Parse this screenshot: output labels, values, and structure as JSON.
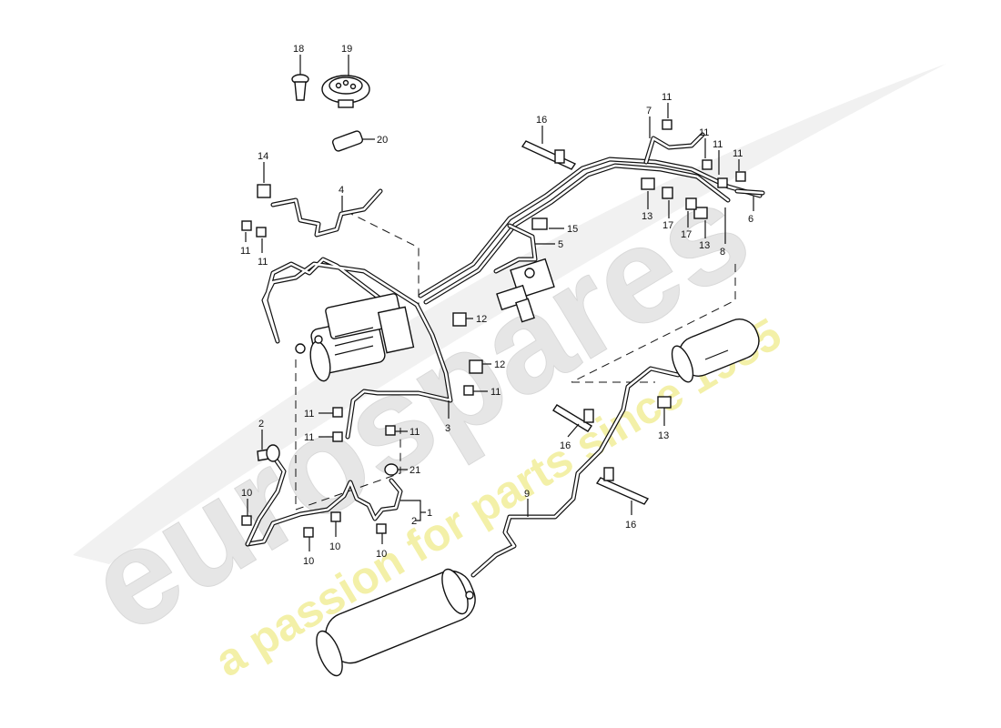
{
  "watermark": {
    "brand": "eurospares",
    "tagline": "a passion for parts since 1985",
    "brand_color": "#e6e6e6",
    "tagline_color": "#f3f0a8"
  },
  "callouts": {
    "n1": "1",
    "n2": "2",
    "n3": "3",
    "n4": "4",
    "n5": "5",
    "n6": "6",
    "n7": "7",
    "n8": "8",
    "n9": "9",
    "n10": "10",
    "n11": "11",
    "n12": "12",
    "n13": "13",
    "n14": "14",
    "n15": "15",
    "n16": "16",
    "n17": "17",
    "n18": "18",
    "n19": "19",
    "n20": "20",
    "n21": "21"
  }
}
